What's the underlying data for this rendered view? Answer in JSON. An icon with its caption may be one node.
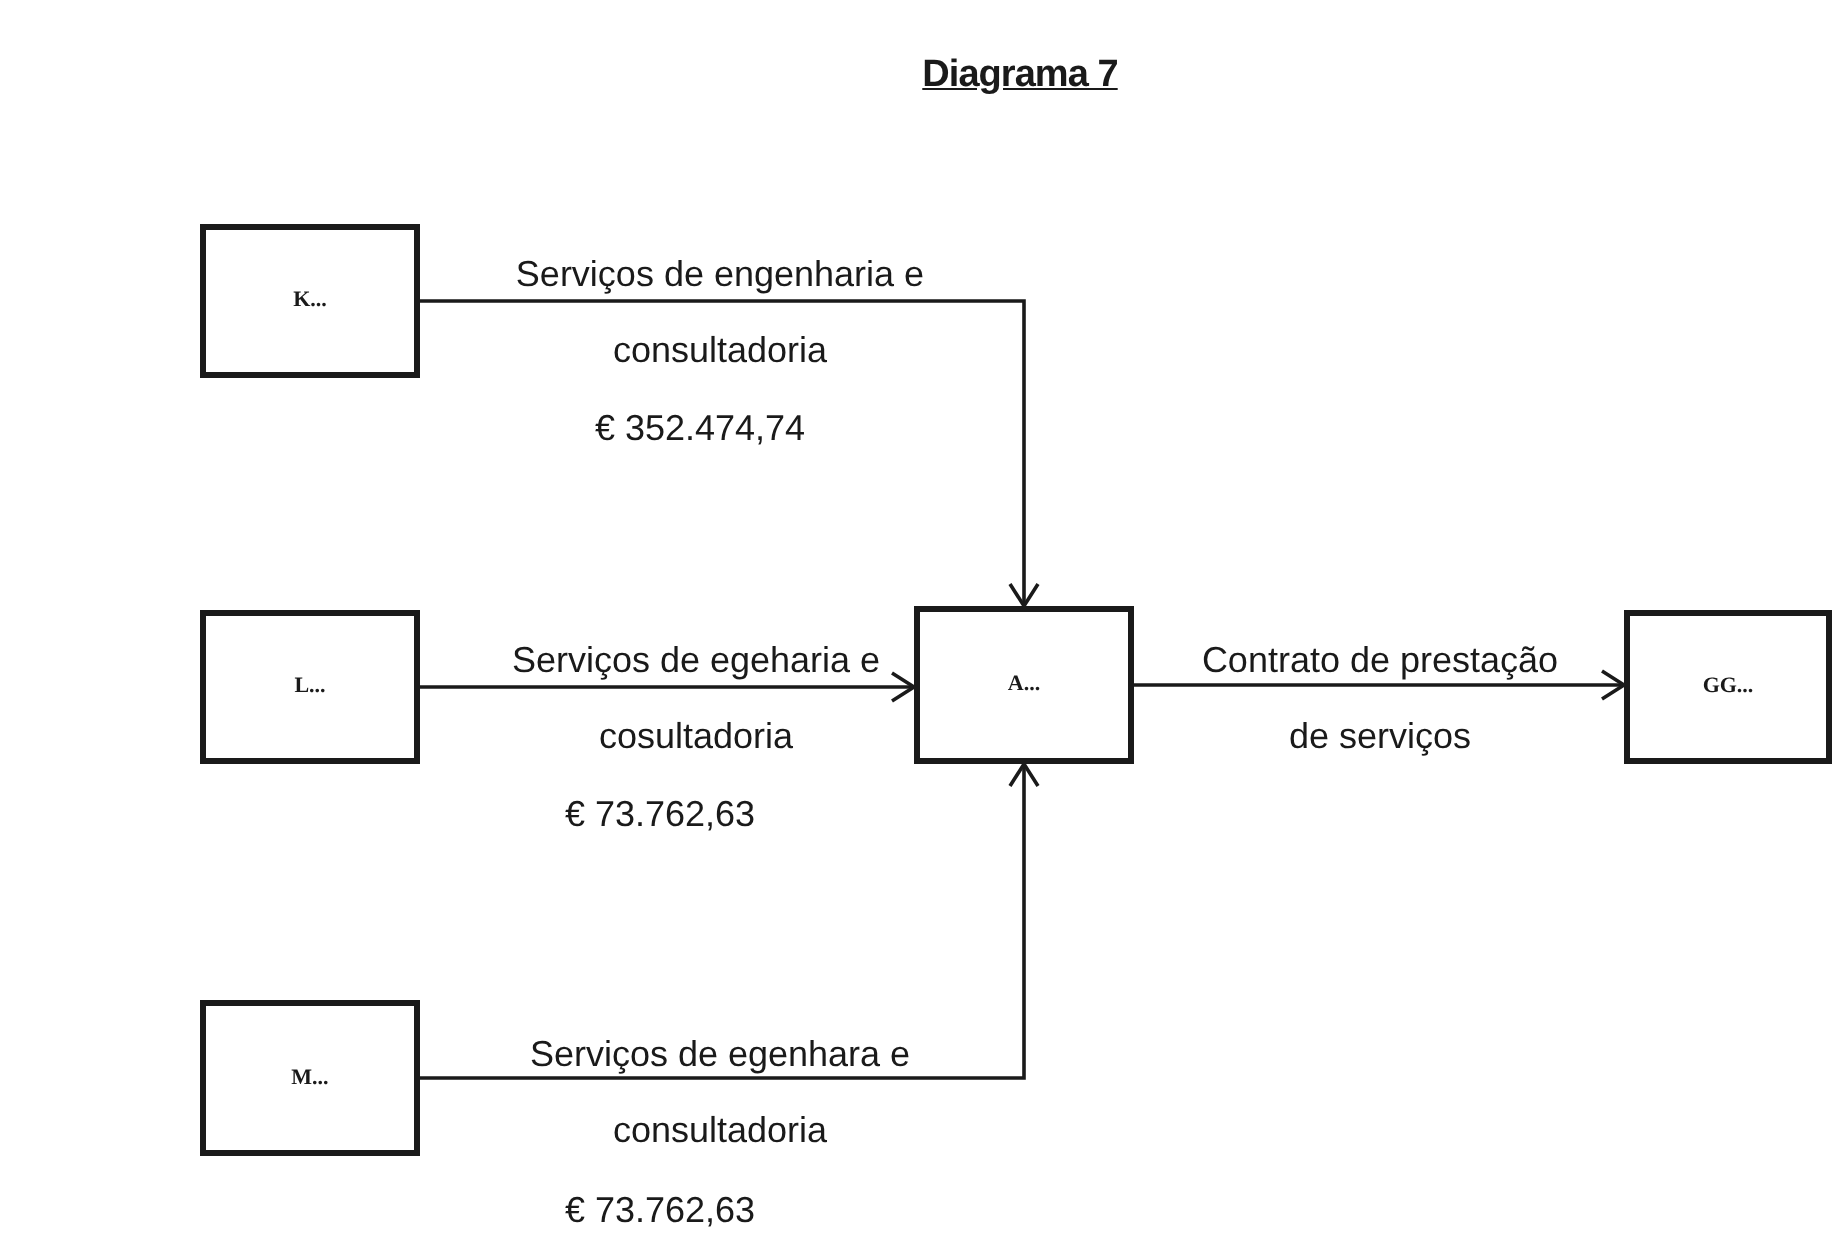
{
  "diagram": {
    "title": "Diagrama 7",
    "nodes": [
      {
        "text": [
          "K..."
        ]
      },
      {
        "text": [
          "L..."
        ]
      },
      {
        "text": [
          "M..."
        ]
      },
      {
        "text": [
          "A..."
        ]
      },
      {
        "text": [
          "GG..."
        ]
      }
    ],
    "edges": [
      {
        "from": 0,
        "to": 3,
        "arrow": "to",
        "label": "Serviços de engenharia e consultadoria"
      },
      {
        "from": 1,
        "to": 3,
        "arrow": "to",
        "label": "Serviços de egeharia e cosultadoria"
      },
      {
        "from": 2,
        "to": 3,
        "arrow": "to",
        "label": "Serviços de egenhara e consultadoria"
      },
      {
        "from": 3,
        "to": 4,
        "arrow": "to",
        "label": "Contrato de prestação de serviços"
      }
    ],
    "labels": [
      "€ 352.474,74",
      "€ 73.762,63",
      "€ 73.762,63"
    ]
  }
}
